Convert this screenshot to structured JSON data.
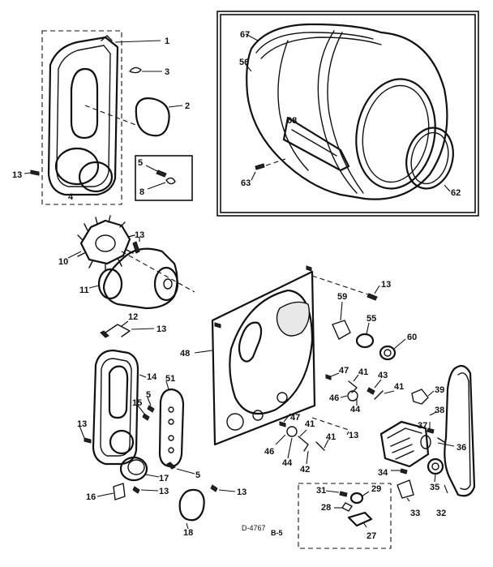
{
  "callouts": [
    {
      "id": "c1",
      "label": "1"
    },
    {
      "id": "c2",
      "label": "2"
    },
    {
      "id": "c3",
      "label": "3"
    },
    {
      "id": "c4",
      "label": "4"
    },
    {
      "id": "c5a",
      "label": "5"
    },
    {
      "id": "c8",
      "label": "8"
    },
    {
      "id": "c13a",
      "label": "13"
    },
    {
      "id": "c67",
      "label": "67"
    },
    {
      "id": "c56",
      "label": "56"
    },
    {
      "id": "c68",
      "label": "68"
    },
    {
      "id": "c63",
      "label": "63"
    },
    {
      "id": "c62",
      "label": "62"
    },
    {
      "id": "c10",
      "label": "10"
    },
    {
      "id": "c11",
      "label": "11"
    },
    {
      "id": "c13b",
      "label": "13"
    },
    {
      "id": "c12",
      "label": "12"
    },
    {
      "id": "c13c",
      "label": "13"
    },
    {
      "id": "c14",
      "label": "14"
    },
    {
      "id": "c51",
      "label": "51"
    },
    {
      "id": "c5b",
      "label": "5"
    },
    {
      "id": "c15",
      "label": "15"
    },
    {
      "id": "c13d",
      "label": "13"
    },
    {
      "id": "c17",
      "label": "17"
    },
    {
      "id": "c5c",
      "label": "5"
    },
    {
      "id": "c16",
      "label": "16"
    },
    {
      "id": "c13e",
      "label": "13"
    },
    {
      "id": "c13f",
      "label": "13"
    },
    {
      "id": "c18",
      "label": "18"
    },
    {
      "id": "c48",
      "label": "48"
    },
    {
      "id": "c13g",
      "label": "13"
    },
    {
      "id": "c59",
      "label": "59"
    },
    {
      "id": "c55",
      "label": "55"
    },
    {
      "id": "c60",
      "label": "60"
    },
    {
      "id": "c47a",
      "label": "47"
    },
    {
      "id": "c41a",
      "label": "41"
    },
    {
      "id": "c43",
      "label": "43"
    },
    {
      "id": "c46a",
      "label": "46"
    },
    {
      "id": "c44a",
      "label": "44"
    },
    {
      "id": "c41b",
      "label": "41"
    },
    {
      "id": "c39",
      "label": "39"
    },
    {
      "id": "c38",
      "label": "38"
    },
    {
      "id": "c37",
      "label": "37"
    },
    {
      "id": "c36",
      "label": "36"
    },
    {
      "id": "c47b",
      "label": "47"
    },
    {
      "id": "c41c",
      "label": "41"
    },
    {
      "id": "c13h",
      "label": "13"
    },
    {
      "id": "c46b",
      "label": "46"
    },
    {
      "id": "c44b",
      "label": "44"
    },
    {
      "id": "c41d",
      "label": "41"
    },
    {
      "id": "c42",
      "label": "42"
    },
    {
      "id": "c34",
      "label": "34"
    },
    {
      "id": "c35",
      "label": "35"
    },
    {
      "id": "c32",
      "label": "32"
    },
    {
      "id": "c33",
      "label": "33"
    },
    {
      "id": "c31",
      "label": "31"
    },
    {
      "id": "c29",
      "label": "29"
    },
    {
      "id": "c28",
      "label": "28"
    },
    {
      "id": "c27",
      "label": "27"
    }
  ],
  "footer": {
    "drawing_code": "D-4767",
    "page_code": "B-5"
  }
}
